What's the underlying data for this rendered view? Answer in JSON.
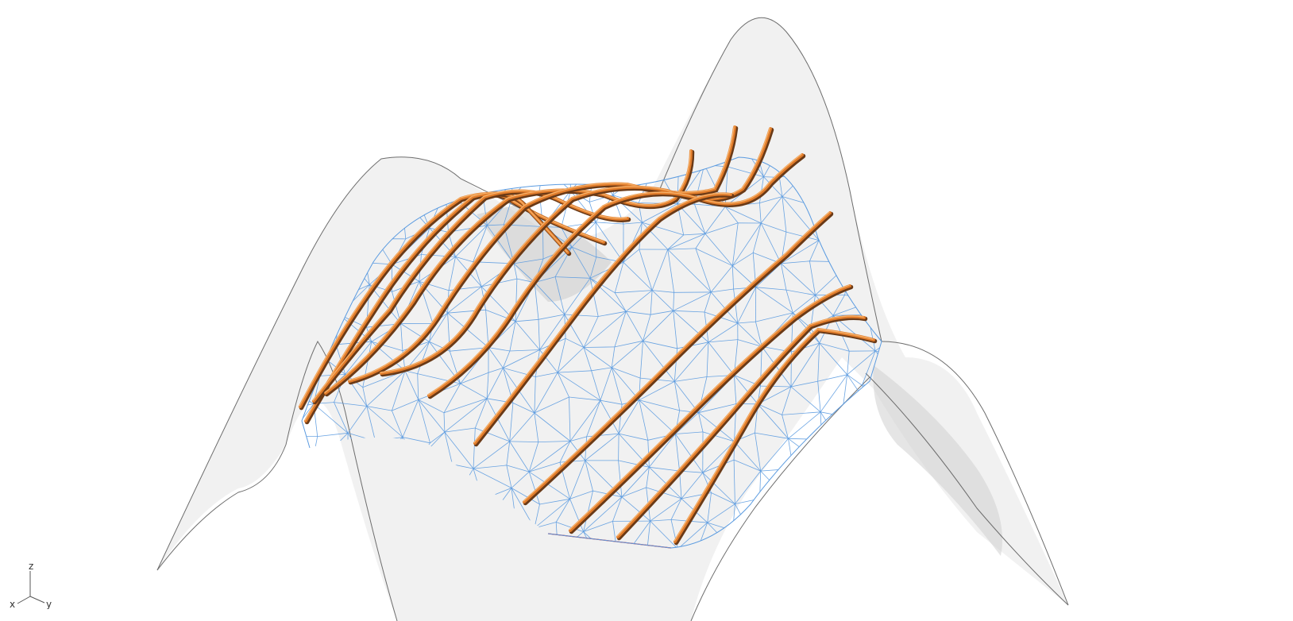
{
  "viewport": {
    "background_color": "#ffffff",
    "surface_fill_color": "#e6e6e6",
    "surface_edge_color": "#6d6d6d",
    "mesh_color": "#5b9be0",
    "rod_color": "#e07b2a",
    "boundary_color": "#cc2222"
  },
  "axis_triad": {
    "x_label": "x",
    "y_label": "y",
    "z_label": "z"
  },
  "icons": {
    "triad": "axis-triad-icon"
  }
}
